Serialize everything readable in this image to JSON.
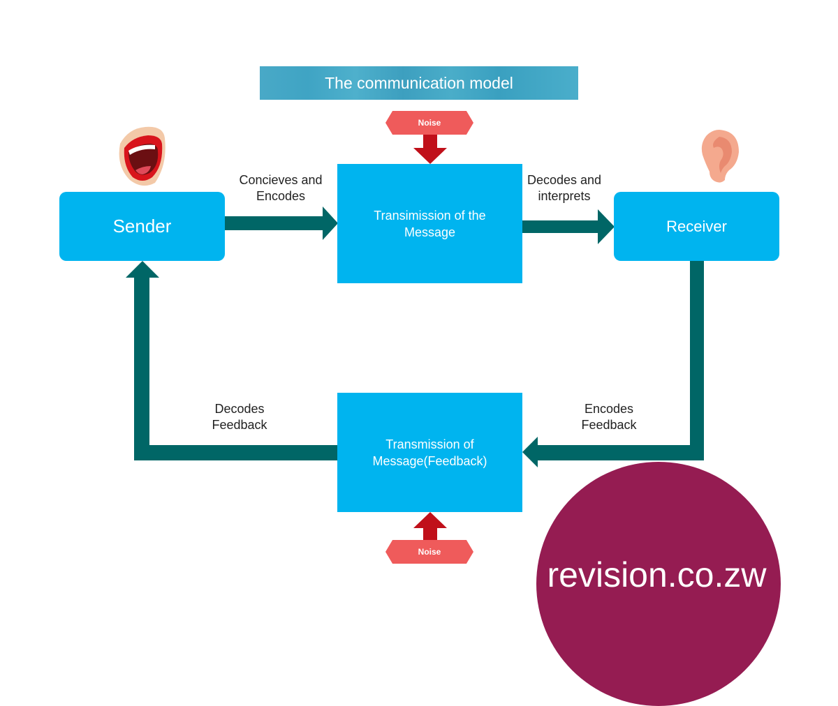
{
  "title": "The communication model",
  "nodes": {
    "sender": "Sender",
    "receiver": "Receiver",
    "transmission": "Transimission of the\nMessage",
    "feedback": "Transmission of\nMessage(Feedback)"
  },
  "edge_labels": {
    "encode": "Concieves and\nEncodes",
    "decode": "Decodes and\ninterprets",
    "encodes_feedback": "Encodes\nFeedback",
    "decodes_feedback": "Decodes\nFeedback"
  },
  "noise": {
    "top": "Noise",
    "bottom": "Noise"
  },
  "icons": {
    "sender_icon": "mouth-icon",
    "receiver_icon": "ear-icon"
  },
  "colors": {
    "box": "#00b4ef",
    "arrow": "#006666",
    "noise": "#ef5b5b",
    "noise_arrow": "#c0101a",
    "watermark": "#951c52"
  },
  "watermark": "revision.co.zw"
}
